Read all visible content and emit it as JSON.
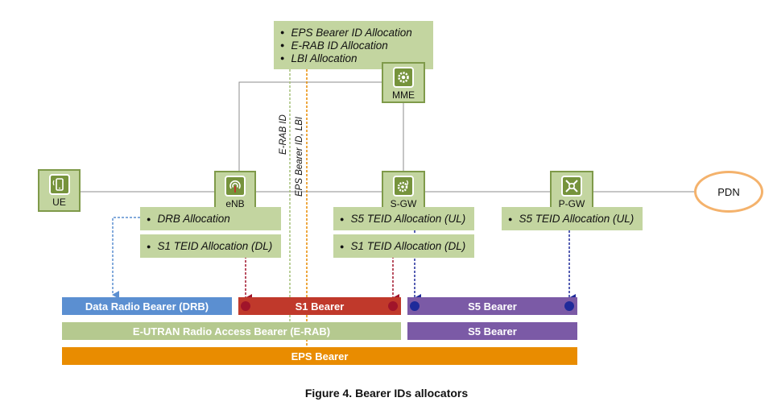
{
  "mme_note": {
    "items": [
      "EPS Bearer ID Allocation",
      "E-RAB ID Allocation",
      "LBI Allocation"
    ]
  },
  "nodes": {
    "ue": "UE",
    "enb": "eNB",
    "sgw": "S-GW",
    "pgw": "P-GW",
    "mme": "MME",
    "pdn": "PDN"
  },
  "enb_notes": [
    "DRB Allocation",
    "S1 TEID Allocation (DL)"
  ],
  "sgw_notes": [
    "S5 TEID Allocation (UL)",
    "S1 TEID Allocation (DL)"
  ],
  "pgw_notes": [
    "S5 TEID Allocation (UL)"
  ],
  "vertical_labels": {
    "erab_id": "E-RAB ID",
    "eps_bearer_lbi": "EPS Bearer ID, LBI"
  },
  "bearers": {
    "drb": "Data Radio Bearer (DRB)",
    "s1": "S1 Bearer",
    "s5_top": "S5 Bearer",
    "erab": "E-UTRAN Radio Access Bearer (E-RAB)",
    "s5_bottom": "S5 Bearer",
    "eps": "EPS Bearer"
  },
  "caption": "Figure 4. Bearer IDs allocators",
  "colors": {
    "node_fill": "#c3d5a0",
    "node_border": "#7f9a4a",
    "drb": "#5b8fd1",
    "s1": "#c0392b",
    "s5": "#7b5aa6",
    "erab": "#b5c98f",
    "eps": "#e98c00",
    "pdn_border": "#f4b26c",
    "arrow_green": "#a6c07a",
    "arrow_orange": "#e98c00",
    "arrow_blue": "#5b8fd1",
    "arrow_red": "#a0142a",
    "arrow_navy": "#1f2a9a"
  },
  "icons": [
    "phone-icon",
    "antenna-icon",
    "gear-icon",
    "sgw-gear-icon",
    "pgw-cross-icon"
  ]
}
